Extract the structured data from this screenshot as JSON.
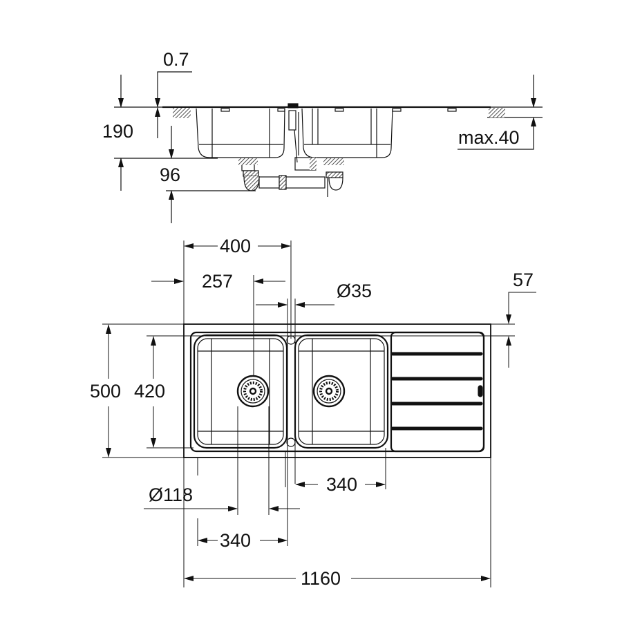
{
  "drawing": {
    "type": "Double-bowl kitchen sink with drainer – technical dimension drawing",
    "units": "mm",
    "line_color": "#111111",
    "background": "#ffffff"
  },
  "side_view": {
    "labels": {
      "sheet_thickness": "0.7",
      "bowl_depth": "190",
      "waste_depth": "96",
      "worktop_max": "max.40"
    }
  },
  "top_view": {
    "labels": {
      "bowl_pitch": "400",
      "drain_offset": "257",
      "tap_hole": "Ø35",
      "rim_offset": "57",
      "overall_depth": "500",
      "bowl_depth_inner": "420",
      "drain_diameter": "Ø118",
      "right_bowl_width": "340",
      "left_bowl_width": "340",
      "overall_width": "1160"
    },
    "drainer_ribs": 4,
    "bowls": 2
  }
}
